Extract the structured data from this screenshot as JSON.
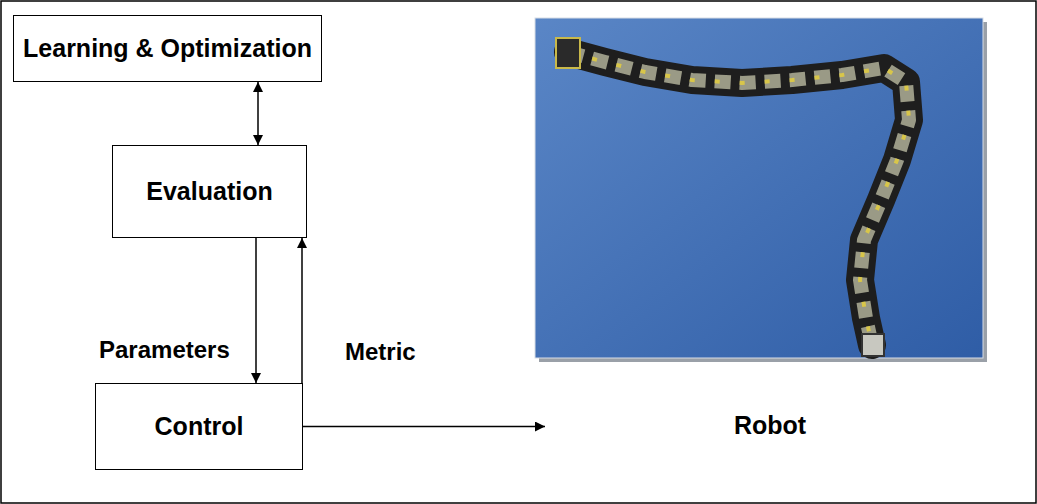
{
  "diagram": {
    "nodes": [
      {
        "text": [
          "Learning & Optimization"
        ]
      },
      {
        "text": [
          "Evaluation"
        ]
      },
      {
        "text": [
          "Control"
        ]
      },
      {
        "text": [
          "Robot"
        ]
      }
    ],
    "edges": [
      {
        "from": 0,
        "to": 1,
        "arrow": "both"
      },
      {
        "from": 1,
        "to": 2,
        "label": "Parameters",
        "arrow": "to"
      },
      {
        "from": 2,
        "to": 1,
        "label": "Metric",
        "arrow": "to"
      },
      {
        "from": 2,
        "to": 3,
        "arrow": "to"
      }
    ]
  }
}
